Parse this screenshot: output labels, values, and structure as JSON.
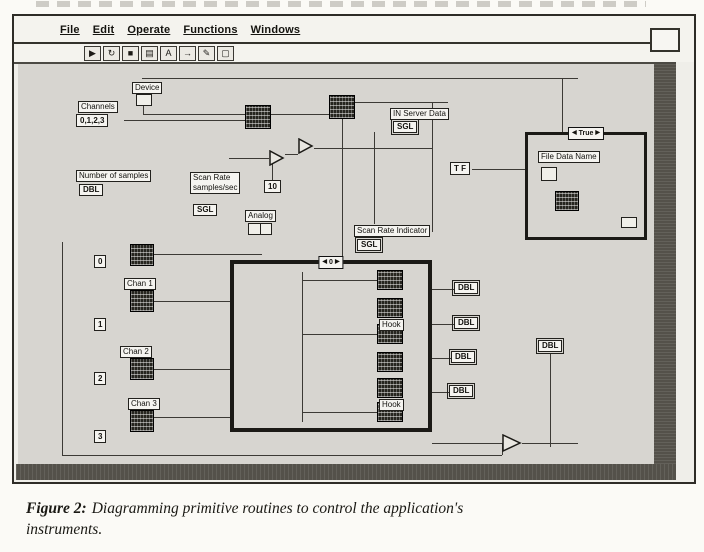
{
  "figure": {
    "caption_prefix": "Figure 2:",
    "caption_body": "Diagramming primitive routines to control the application's instruments."
  },
  "menu": {
    "items": [
      "File",
      "Edit",
      "Operate",
      "Functions",
      "Windows"
    ]
  },
  "toolbar": {
    "glyphs": [
      "▶",
      "↻",
      "■",
      "▤",
      "A",
      "→",
      "✎",
      "▢"
    ]
  },
  "labels": {
    "device": "Device",
    "channels": "Channels",
    "channels_value": "0,1,2,3",
    "num_samples": "Number of samples",
    "num_samples_type": "DBL",
    "scan_rate_1": "Scan Rate",
    "scan_rate_2": "samples/sec",
    "scan_rate_type": "SGL",
    "ten": "10",
    "analog": "Analog",
    "in_server": "IN Server Data",
    "in_server_type": "SGL",
    "scan_indicator": "Scan Rate Indicator",
    "scan_indicator_type": "SGL",
    "tf": "T F",
    "loop_index": "0",
    "arrow_left": "◀",
    "arrow_right": "▶",
    "case_tab": "True",
    "file_data_name": "File Data Name"
  },
  "channels": {
    "constants": [
      "0",
      "1",
      "2",
      "3"
    ],
    "names": [
      "Chan 1",
      "Chan 2",
      "Chan 3"
    ]
  },
  "loop_node_labels": [
    "Hook",
    "Hook"
  ],
  "indicators": {
    "loop_outputs": [
      "DBL",
      "DBL",
      "DBL",
      "DBL"
    ],
    "far_output": "DBL"
  }
}
